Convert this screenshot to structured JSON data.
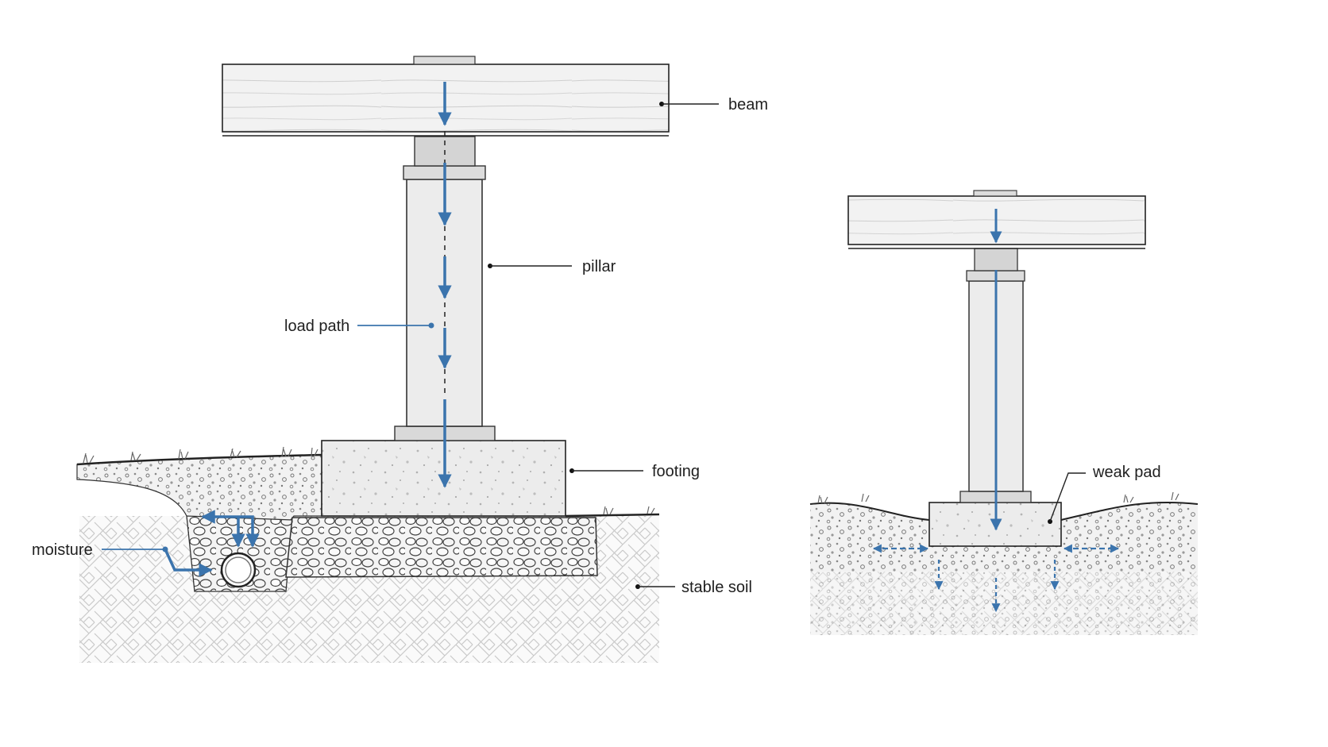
{
  "labels": {
    "beam": "beam",
    "pillar": "pillar",
    "load_path": "load path",
    "footing": "footing",
    "moisture": "moisture",
    "stable_soil": "stable soil",
    "weak_pad": "weak pad"
  },
  "colors": {
    "load_arrow": "#3b74ad",
    "line": "#222222",
    "concrete": "#ececec",
    "wood": "#f1f1f1",
    "gravel_fill": "#f4f4f4"
  }
}
